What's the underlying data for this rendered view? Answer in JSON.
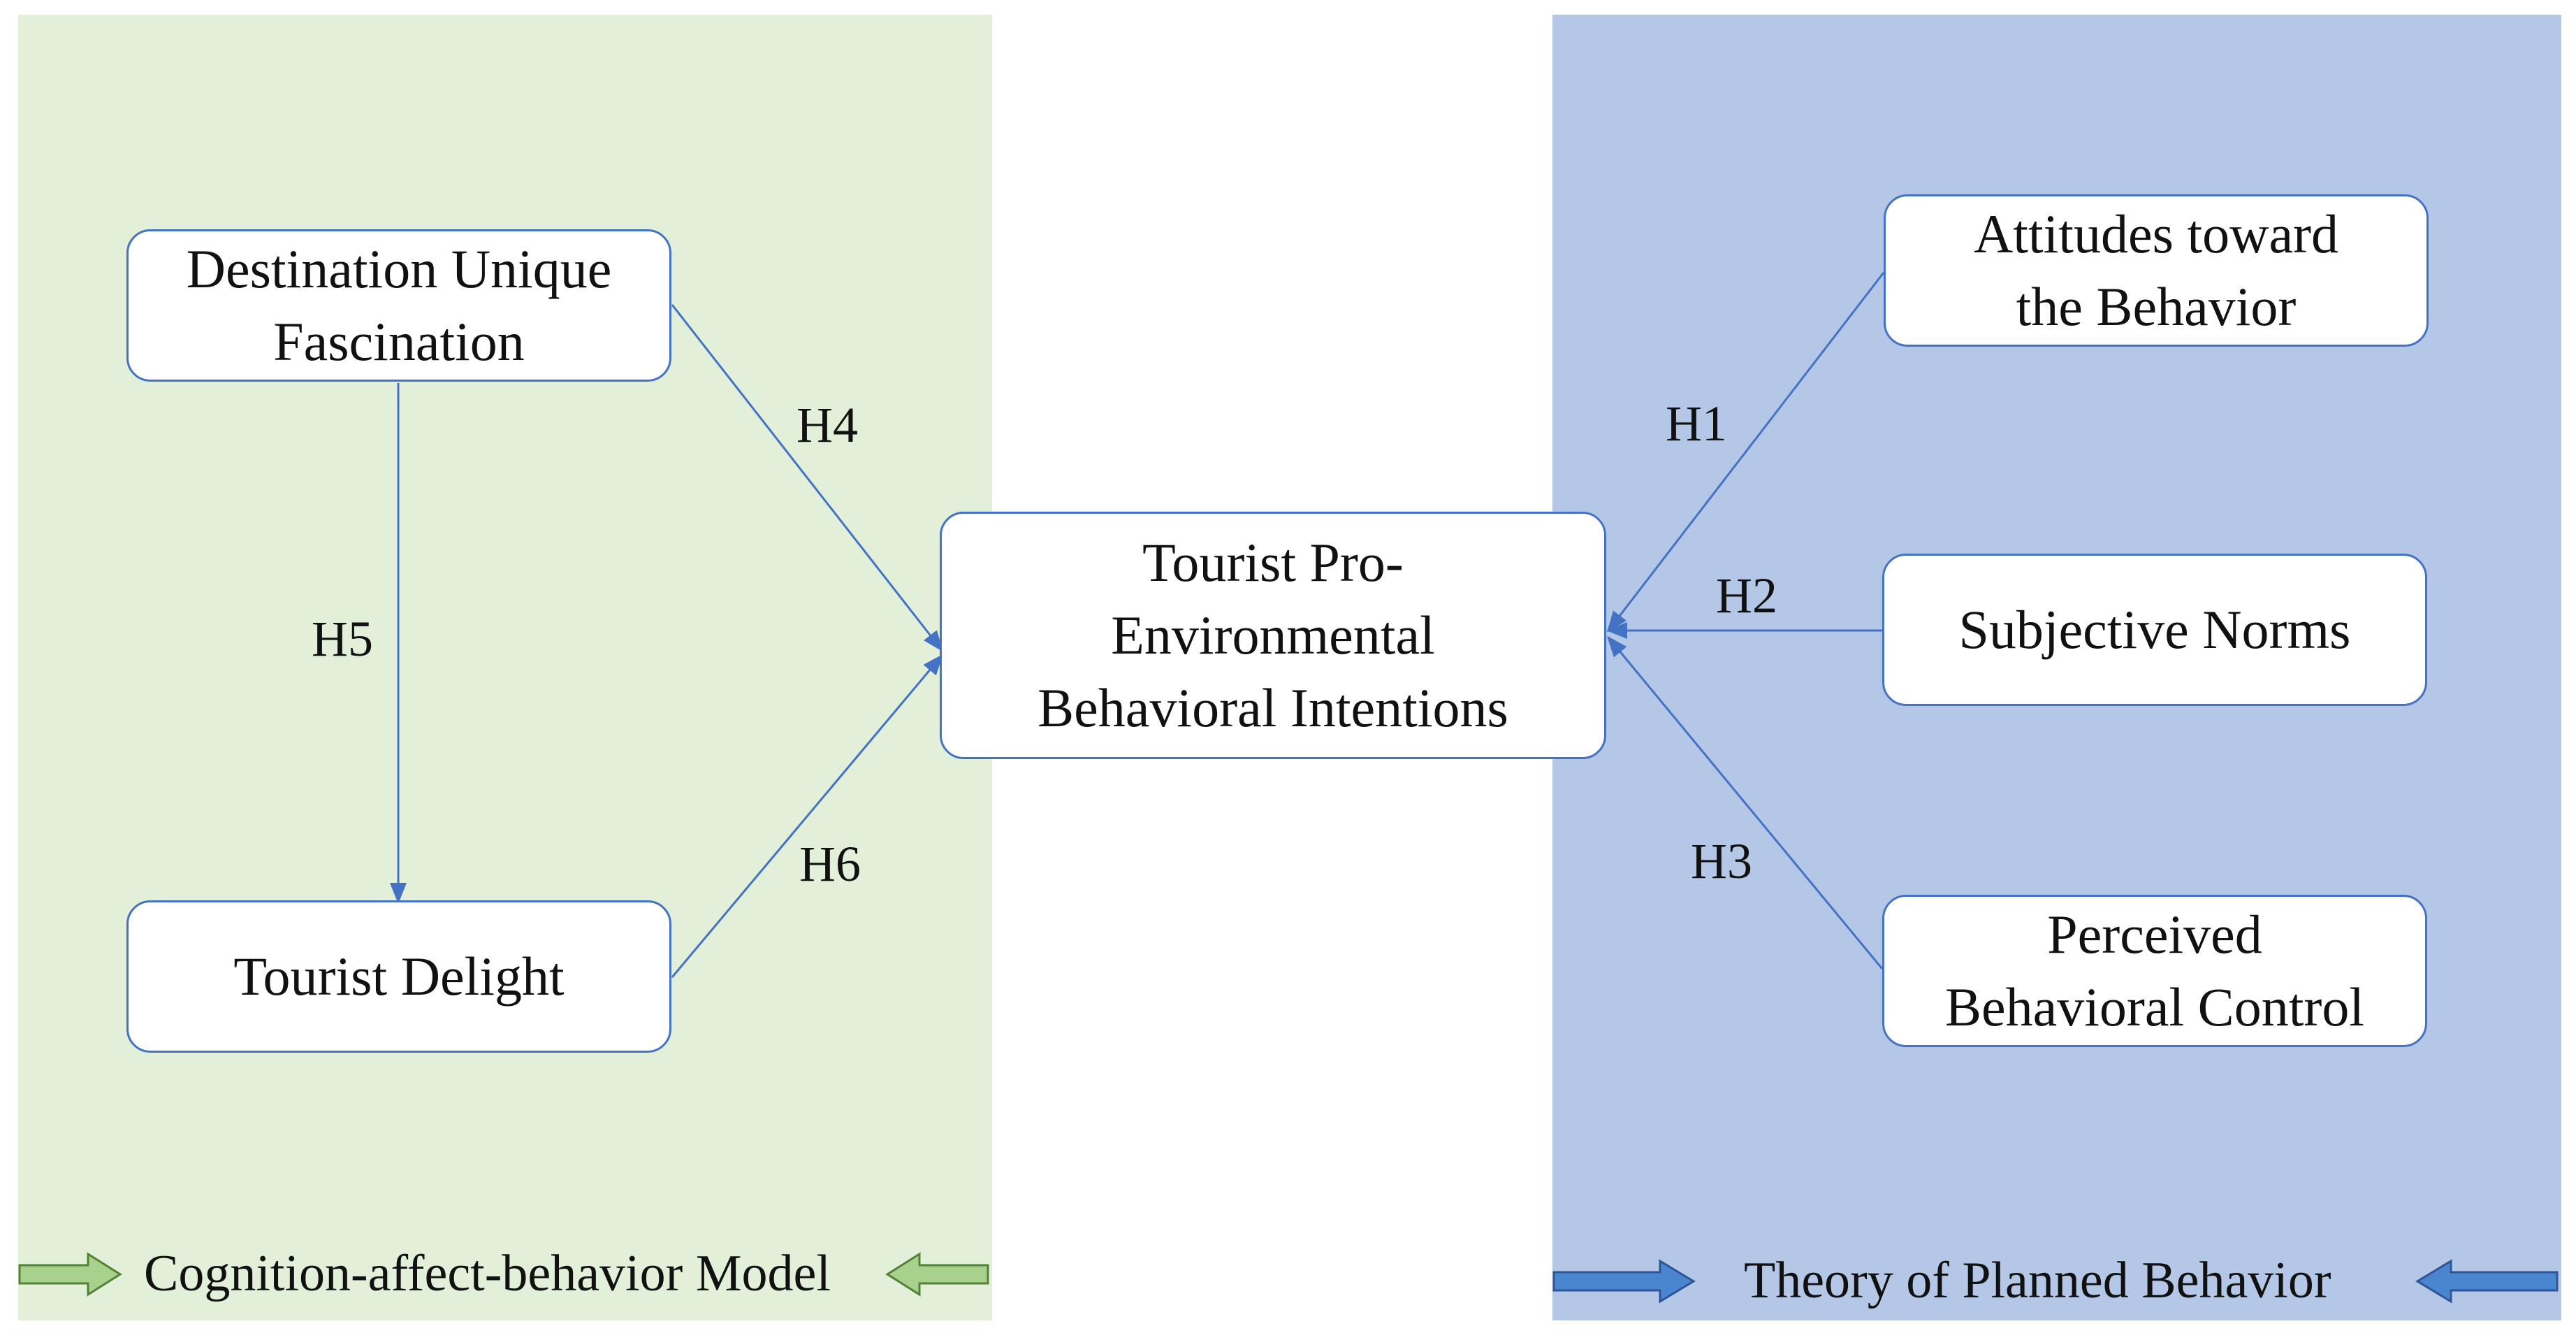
{
  "panels": {
    "left_color": "#e2efd9",
    "right_color": "#b4c7e7",
    "left_label": "Cognition-affect-behavior Model",
    "right_label": "Theory of Planned Behavior"
  },
  "nodes": {
    "destination_fascination": "Destination Unique\nFascination",
    "tourist_delight": "Tourist Delight",
    "intentions": "Tourist Pro-\nEnvironmental\nBehavioral Intentions",
    "attitudes": "Attitudes toward\nthe Behavior",
    "subjective_norms": "Subjective Norms",
    "perceived_control": "Perceived\nBehavioral Control"
  },
  "hypotheses": {
    "h1": "H1",
    "h2": "H2",
    "h3": "H3",
    "h4": "H4",
    "h5": "H5",
    "h6": "H6"
  },
  "colors": {
    "line": "#4472c4",
    "box_border": "#4472c4",
    "green_arrow_fill": "#a9d18e",
    "green_arrow_stroke": "#548235",
    "blue_arrow_fill": "#4a86cf",
    "blue_arrow_stroke": "#2f5597"
  }
}
